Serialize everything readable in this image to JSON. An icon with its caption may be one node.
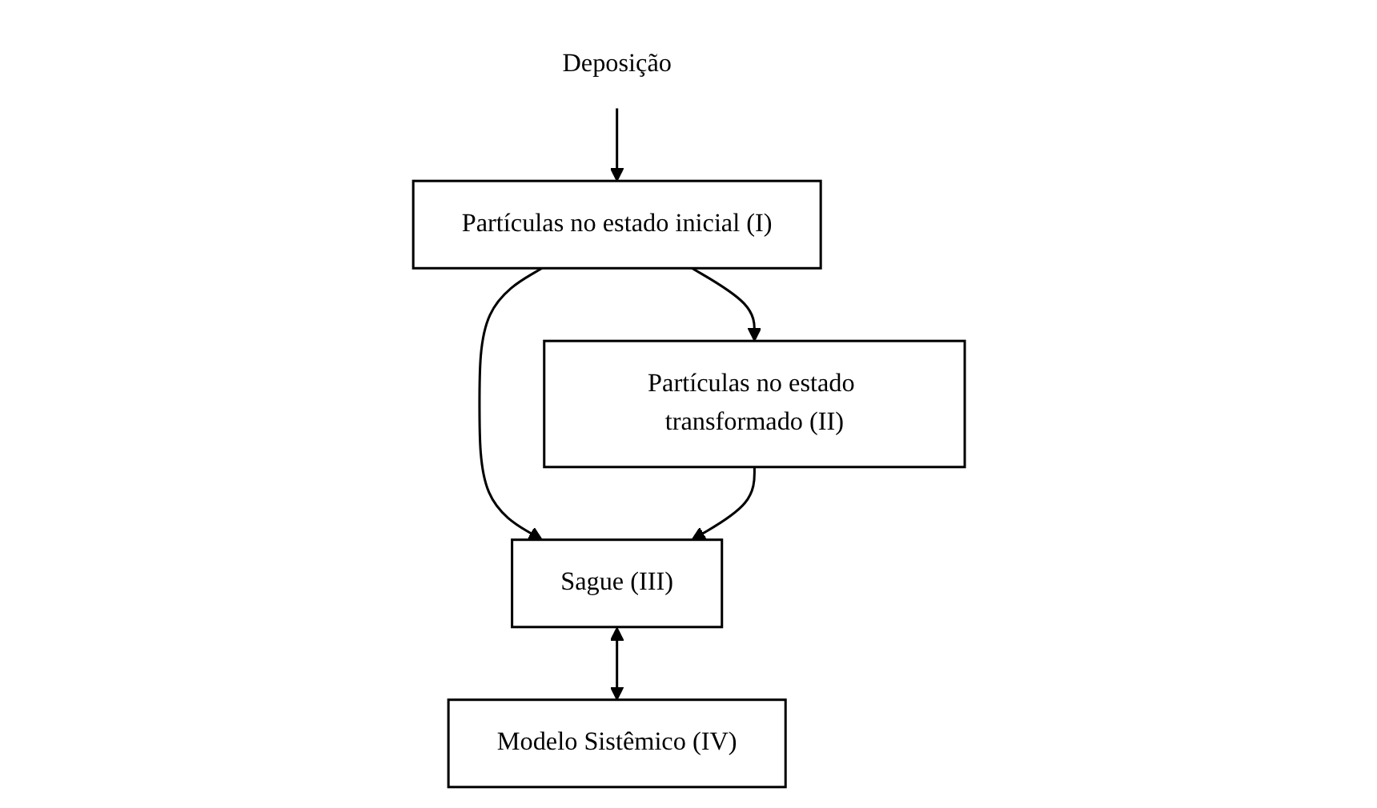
{
  "diagram": {
    "nodes": [
      {
        "text": [
          "Deposição"
        ]
      },
      {
        "text": [
          "Partículas no estado inicial (I)"
        ]
      },
      {
        "text": [
          "Partículas no estado transformado (II)"
        ]
      },
      {
        "text": [
          "Sague (III)"
        ]
      },
      {
        "text": [
          "Modelo Sistêmico (IV)"
        ]
      }
    ],
    "edges": [
      {
        "from": 0,
        "to": 1,
        "arrow": "to"
      },
      {
        "from": 1,
        "to": 2,
        "arrow": "to"
      },
      {
        "from": 1,
        "to": 3,
        "arrow": "to"
      },
      {
        "from": 2,
        "to": 3,
        "arrow": "to"
      },
      {
        "from": 3,
        "to": 4,
        "arrow": "both"
      }
    ]
  }
}
